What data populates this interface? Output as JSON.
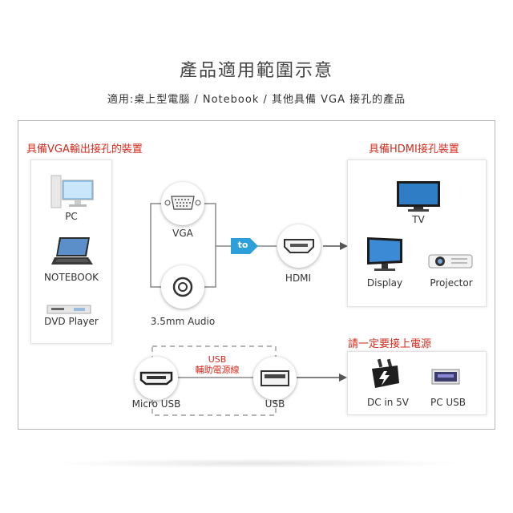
{
  "header": {
    "title": "產品適用範圍示意",
    "subtitle": "適用:桌上型電腦 / Notebook / 其他具備 VGA 接孔的產品"
  },
  "left_panel": {
    "heading": "具備VGA輸出接孔的裝置",
    "devices": [
      "PC",
      "NOTEBOOK",
      "DVD Player"
    ]
  },
  "inputs": {
    "vga_label": "VGA",
    "audio_label": "3.5mm Audio",
    "to_badge": "to",
    "hdmi_label": "HDMI"
  },
  "right_panel": {
    "heading": "具備HDMI接孔裝置",
    "devices": [
      "TV",
      "Display",
      "Projector"
    ]
  },
  "usb": {
    "caption": "USB\n輔助電源線",
    "micro_label": "Micro USB",
    "usb_label": "USB"
  },
  "power_panel": {
    "heading": "請一定要接上電源",
    "items": [
      "DC in 5V",
      "PC USB"
    ]
  },
  "colors": {
    "accent_red": "#d42b1e",
    "badge_blue": "#2d9fd9"
  }
}
